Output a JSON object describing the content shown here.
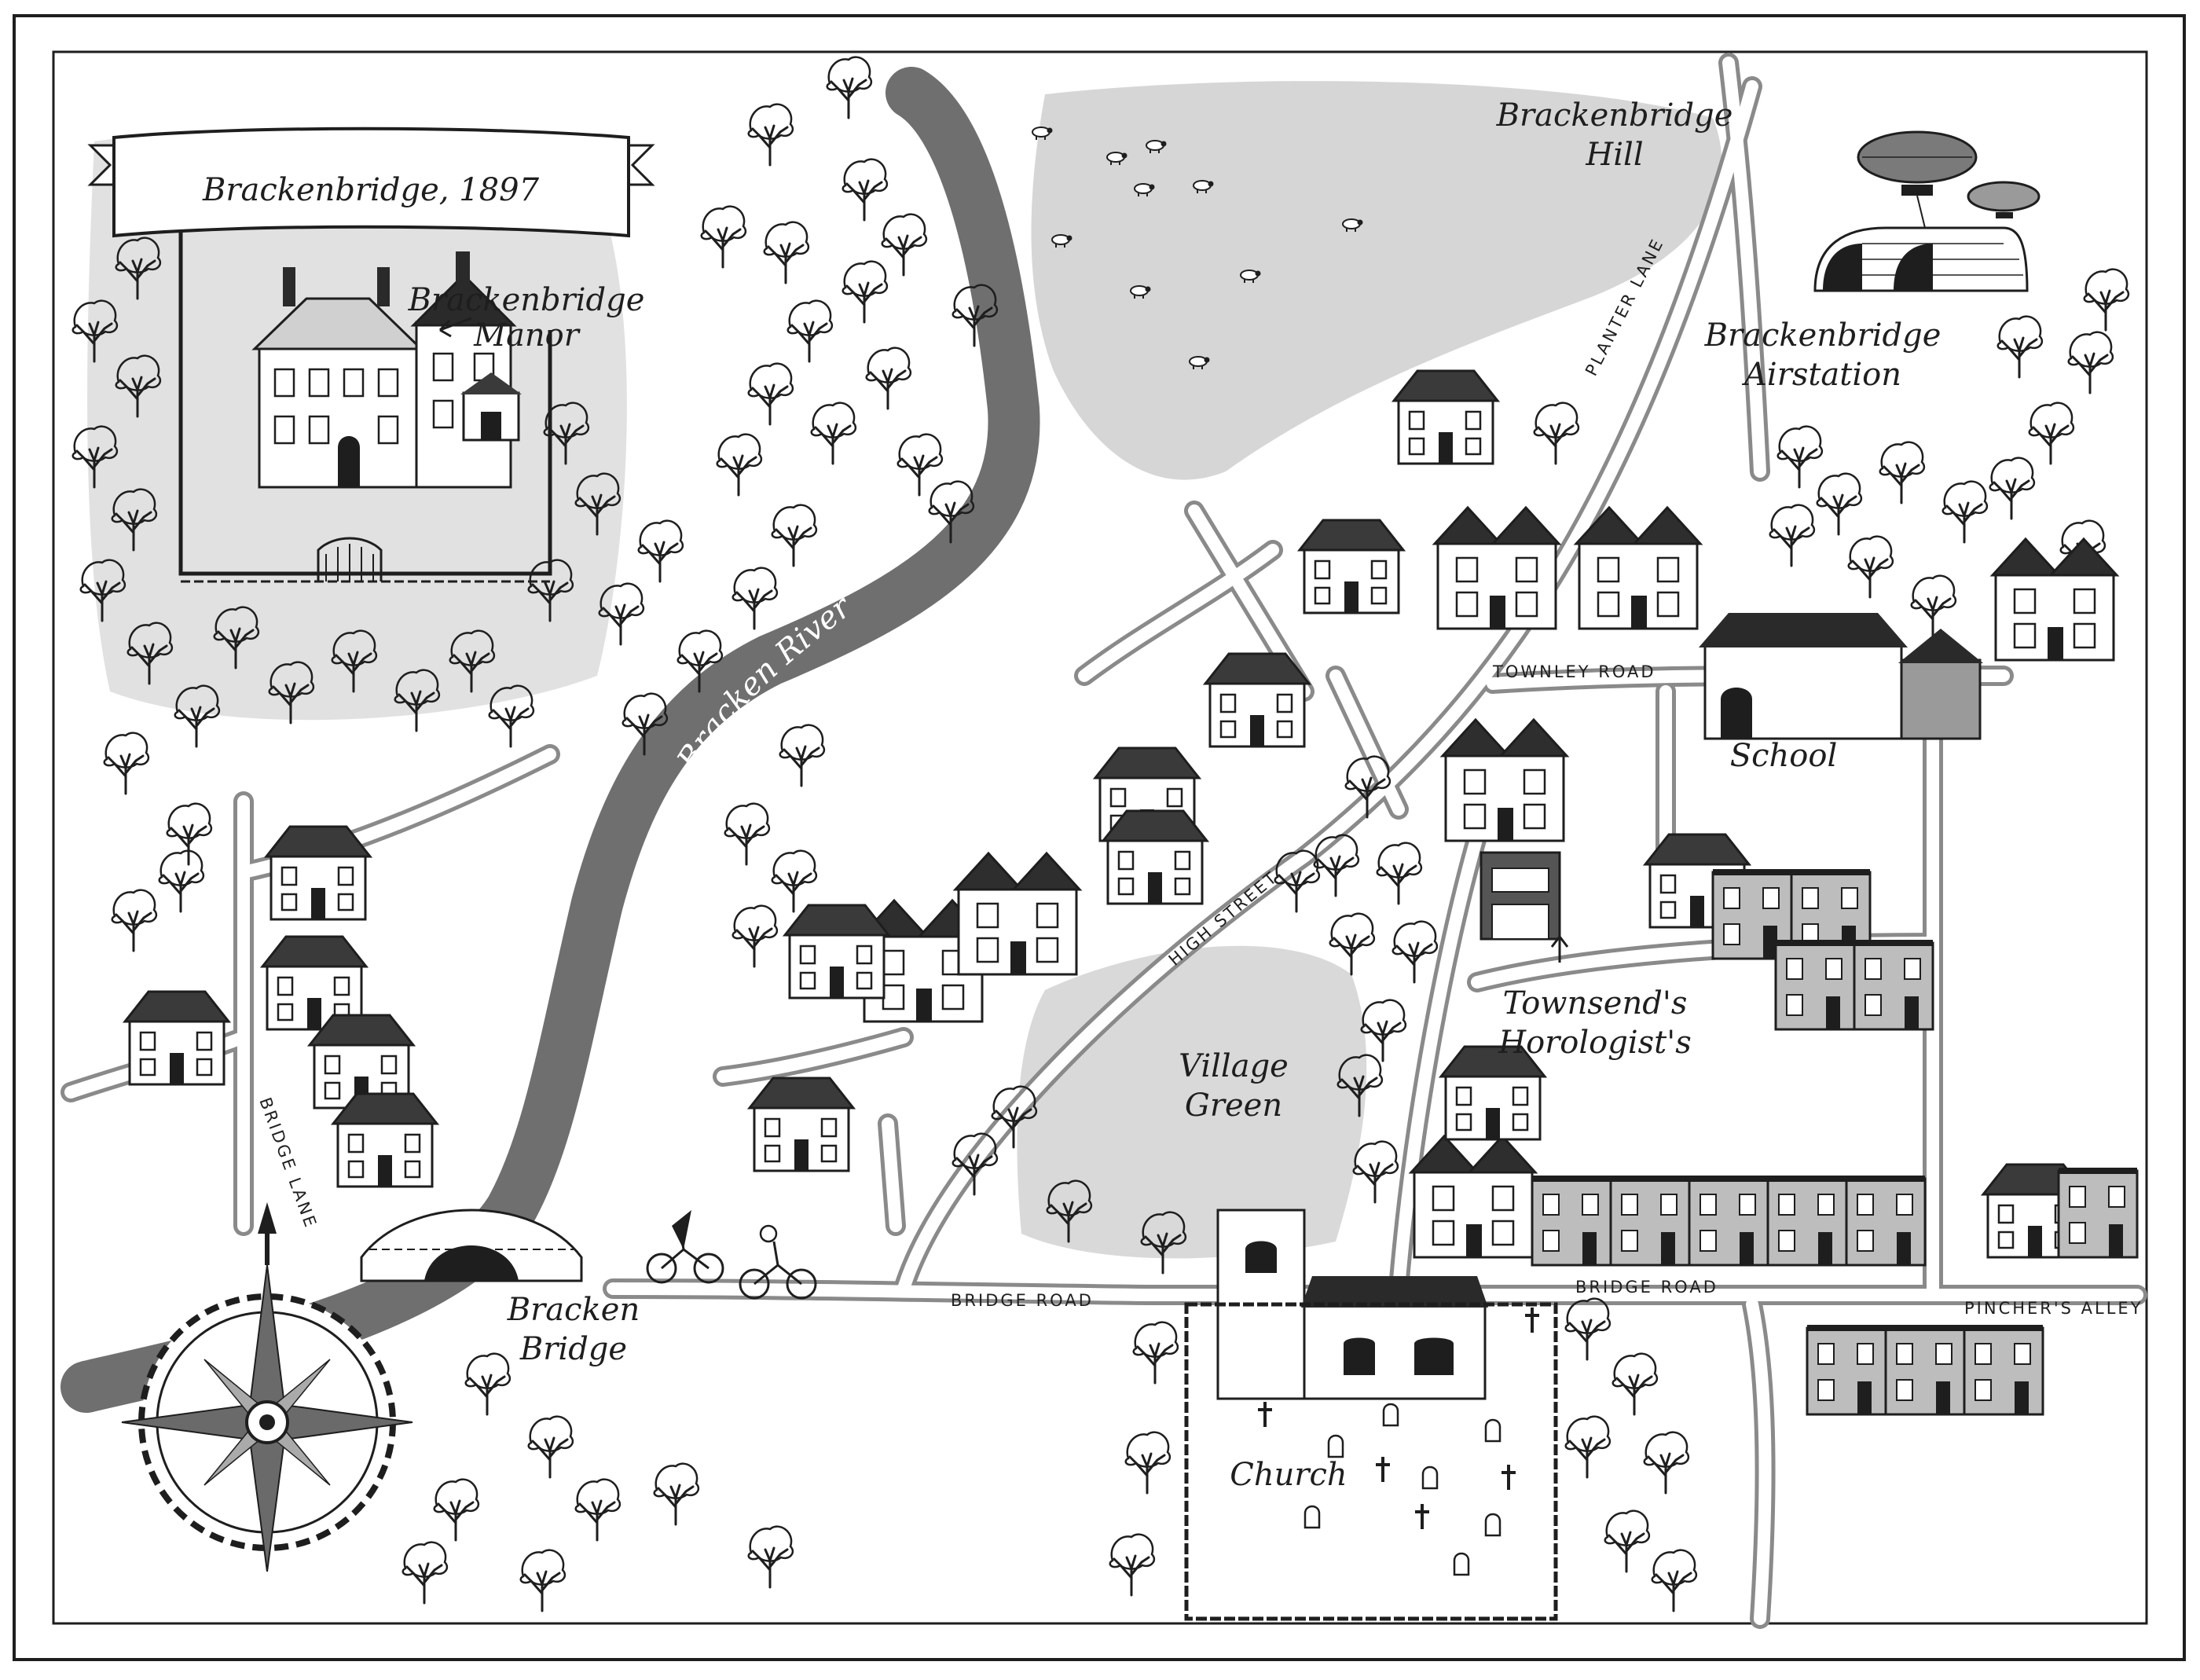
{
  "map": {
    "title": "Brackenbridge, 1897",
    "colors": {
      "ink": "#1e1e1e",
      "wash": "#d9d9d9",
      "river": "#6f6f6f",
      "road_fill": "#ffffff",
      "paper": "#ffffff"
    },
    "places": {
      "manor": "Brackenbridge Manor",
      "manor_line1": "Brackenbridge",
      "manor_line2": "Manor",
      "hill_line1": "Brackenbridge",
      "hill_line2": "Hill",
      "airstation_line1": "Brackenbridge",
      "airstation_line2": "Airstation",
      "school": "School",
      "horologist_line1": "Townsend's",
      "horologist_line2": "Horologist's",
      "village_green_line1": "Village",
      "village_green_line2": "Green",
      "bridge_line1": "Bracken",
      "bridge_line2": "Bridge",
      "church": "Church"
    },
    "water": {
      "river": "Bracken River"
    },
    "roads": {
      "high_street": "HIGH STREET",
      "planter_lane": "PLANTER LANE",
      "townley_road": "TOWNLEY ROAD",
      "bridge_lane": "BRIDGE LANE",
      "bridge_road_west": "BRIDGE ROAD",
      "bridge_road_east": "BRIDGE ROAD",
      "pinchers_alley": "PINCHER'S ALLEY"
    },
    "compass": {
      "icon": "compass-rose-icon",
      "pointer": "north-arrow-icon"
    }
  }
}
